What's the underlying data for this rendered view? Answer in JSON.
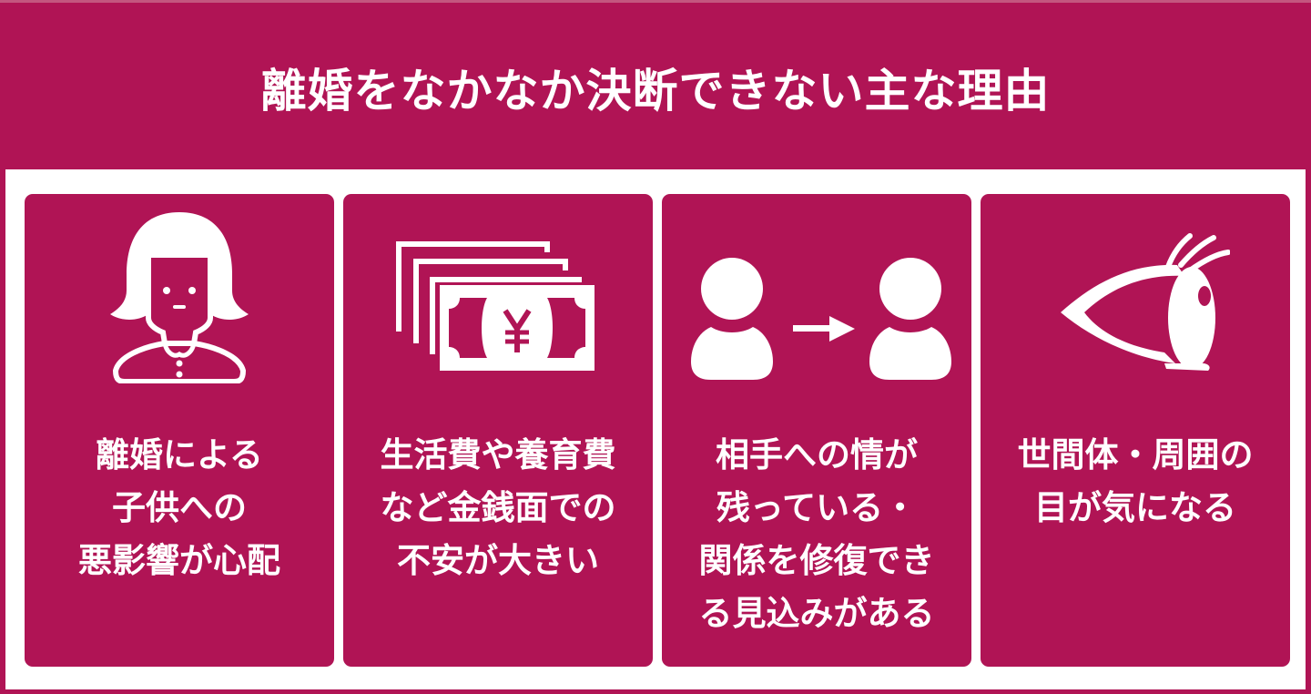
{
  "title": "離婚をなかなか決断できない主な理由",
  "colors": {
    "primary": "#B01455",
    "background": "#FFFFFF",
    "text": "#FFFFFF"
  },
  "cards": [
    {
      "icon": "woman-icon",
      "text": "離婚による\n子供への\n悪影響が心配"
    },
    {
      "icon": "yen-banknotes-icon",
      "text": "生活費や養育費\nなど金銭面での\n不安が大きい"
    },
    {
      "icon": "person-arrow-person-icon",
      "text": "相手への情が\n残っている・\n関係を修復でき\nる見込みがある"
    },
    {
      "icon": "eye-icon",
      "text": "世間体・周囲の\n目が気になる"
    }
  ]
}
